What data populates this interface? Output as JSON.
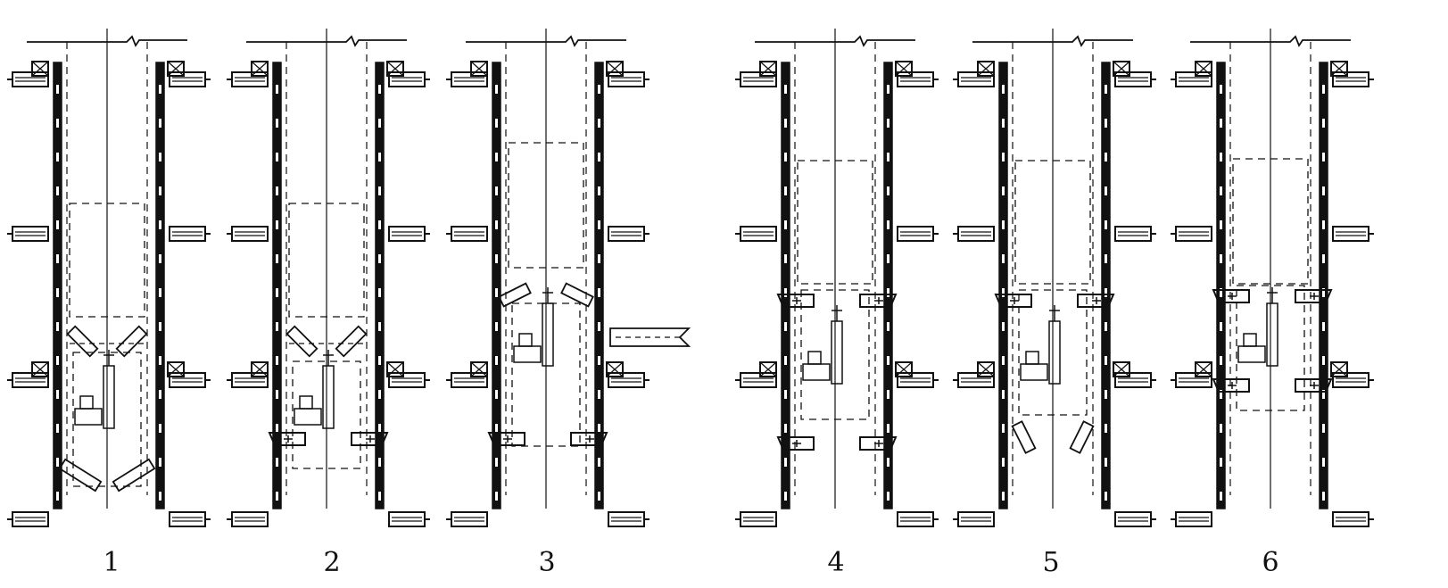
{
  "colors": {
    "ink": "#111111",
    "background": "#ffffff"
  },
  "panels": [
    {
      "label": "1"
    },
    {
      "label": "2"
    },
    {
      "label": "3"
    },
    {
      "label": "4"
    },
    {
      "label": "5"
    },
    {
      "label": "6"
    }
  ]
}
